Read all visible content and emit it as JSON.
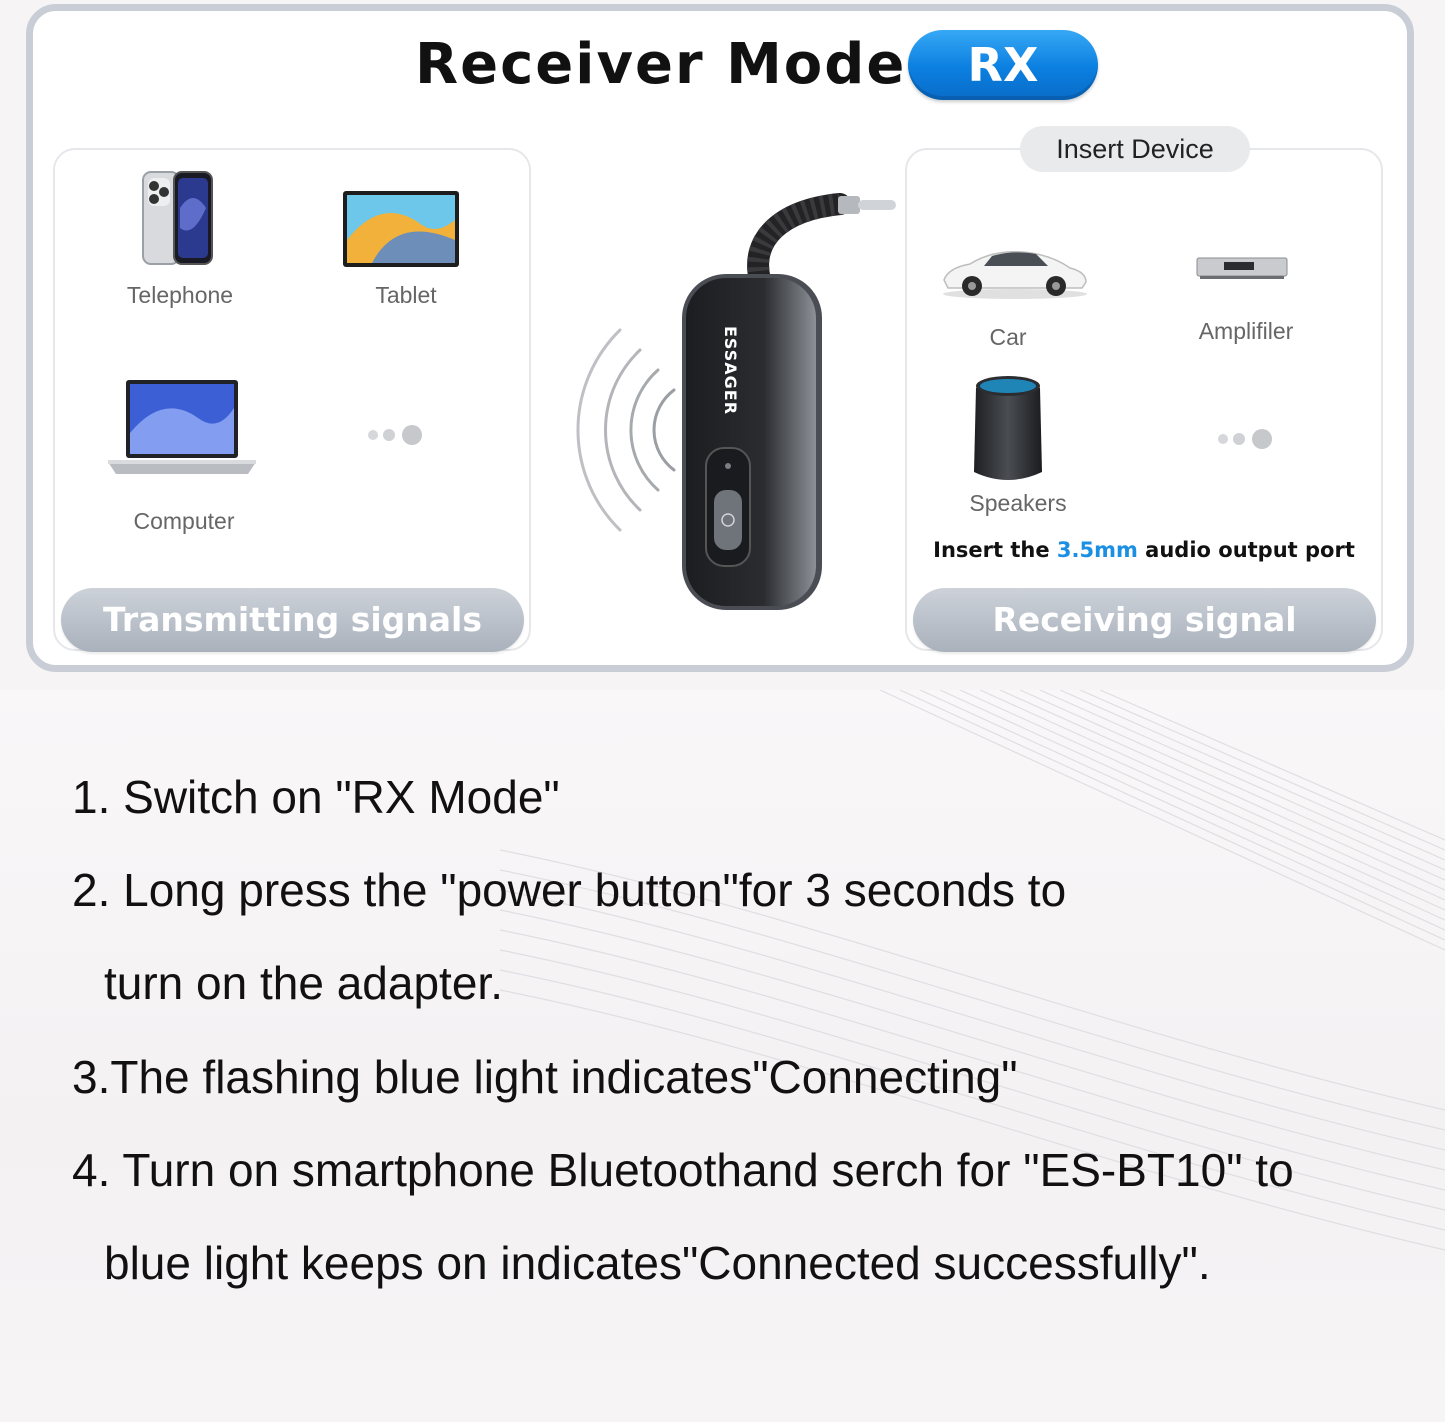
{
  "header": {
    "title": "Receiver Mode",
    "badge": "RX"
  },
  "left_panel": {
    "devices": [
      {
        "label": "Telephone",
        "icon": "smartphone-icon"
      },
      {
        "label": "Tablet",
        "icon": "tablet-icon"
      },
      {
        "label": "Computer",
        "icon": "laptop-icon"
      }
    ],
    "more_icon": "more-dots-icon",
    "footer": "Transmitting signals"
  },
  "center": {
    "brand": "ESSAGER"
  },
  "right_panel": {
    "pill": "Insert Device",
    "devices": [
      {
        "label": "Car",
        "icon": "car-icon"
      },
      {
        "label": "Amplifiler",
        "icon": "amplifier-icon"
      },
      {
        "label": "Speakers",
        "icon": "speaker-icon"
      }
    ],
    "more_icon": "more-dots-icon",
    "note": {
      "prefix": "Insert the ",
      "highlight": "3.5mm",
      "suffix": " audio output port"
    },
    "footer": "Receiving signal",
    "highlight_color": "#1a8fe3"
  },
  "steps": [
    "1. Switch on \"RX Mode\"",
    "2. Long press the \"power button\"for 3 seconds to",
    "turn on the adapter.",
    "3.The flashing blue light indicates\"Connecting\"",
    "4. Turn on smartphone Bluetoothand serch for \"ES-BT10\" to",
    "blue light keeps on indicates\"Connected successfully\"."
  ],
  "colors": {
    "badge": "#0b7fe0",
    "frame": "#c9ced6",
    "bar": "#a9b1bc"
  }
}
